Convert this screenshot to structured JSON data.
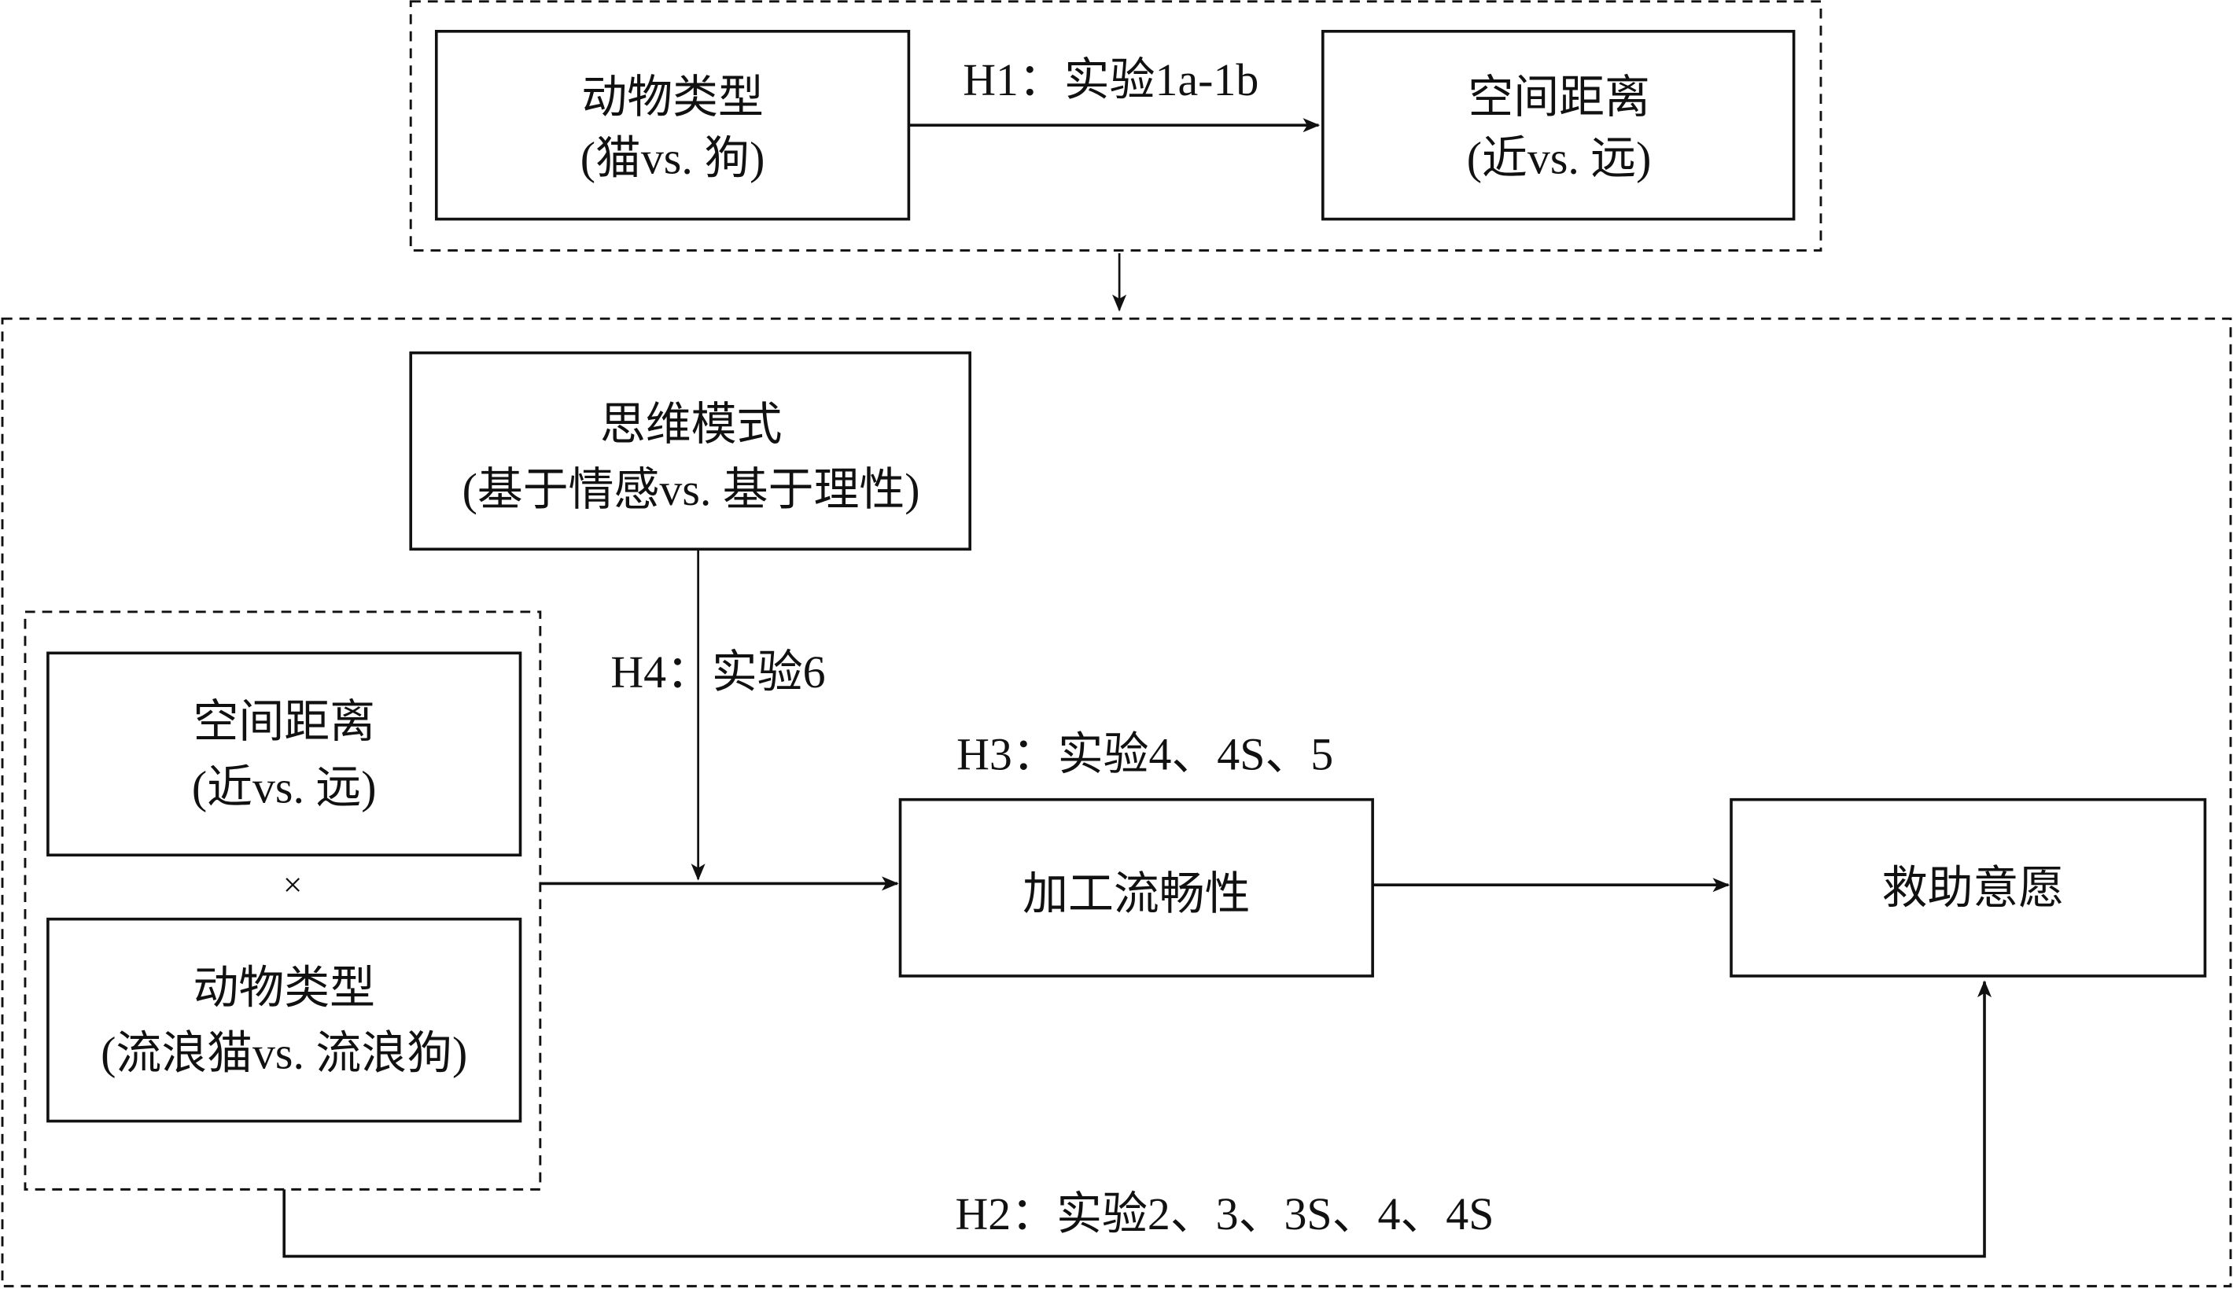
{
  "boxes": {
    "top_animal": {
      "line1": "动物类型",
      "line2": "(猫vs. 狗)"
    },
    "top_distance": {
      "line1": "空间距离",
      "line2": "(近vs. 远)"
    },
    "thinking": {
      "line1": "思维模式",
      "line2": "(基于情感vs. 基于理性)"
    },
    "left_distance": {
      "line1": "空间距离",
      "line2": "(近vs. 远)"
    },
    "times": "×",
    "left_animal": {
      "line1": "动物类型",
      "line2": "(流浪猫vs. 流浪狗)"
    },
    "fluency": {
      "line1": "加工流畅性"
    },
    "rescue": {
      "line1": "救助意愿"
    }
  },
  "labels": {
    "h1": "H1：实验1a-1b",
    "h2": "H2：实验2、3、3S、4、4S",
    "h3": "H3：实验4、4S、5",
    "h4": "H4：实验6"
  }
}
